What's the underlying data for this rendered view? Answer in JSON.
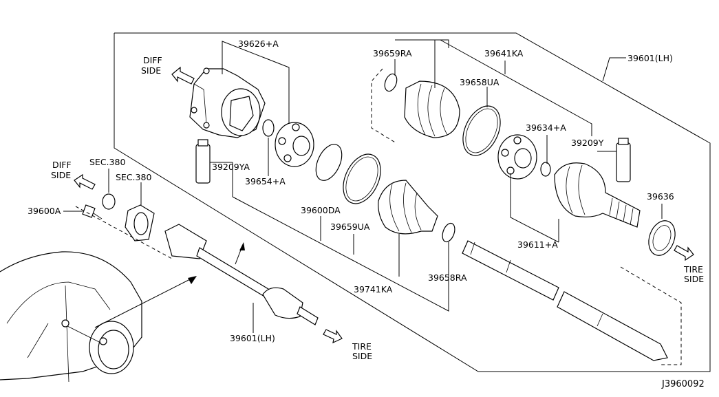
{
  "diagram": {
    "diagram_code": "J3960092",
    "direction_labels": {
      "diff_side_upper": [
        "DIFF",
        "SIDE"
      ],
      "diff_side_lower": [
        "DIFF",
        "SIDE"
      ],
      "tire_side_right": [
        "TIRE",
        "SIDE"
      ],
      "tire_side_bottom": [
        "TIRE",
        "SIDE"
      ]
    },
    "section_refs": [
      "SEC.380",
      "SEC.380"
    ],
    "part_labels": {
      "p39626A": "39626+A",
      "p39659RA": "39659RA",
      "p39641KA": "39641KA",
      "p39601LH_top": "39601(LH)",
      "p39658UA": "39658UA",
      "p39634A": "39634+A",
      "p39209Y": "39209Y",
      "p39209YA": "39209YA",
      "p39654A": "39654+A",
      "p39600DA": "39600DA",
      "p39659UA": "39659UA",
      "p39636": "39636",
      "p39611A": "39611+A",
      "p39600A": "39600A",
      "p39741KA": "39741KA",
      "p39658RA": "39658RA",
      "p39601LH_bottom": "39601(LH)"
    }
  }
}
